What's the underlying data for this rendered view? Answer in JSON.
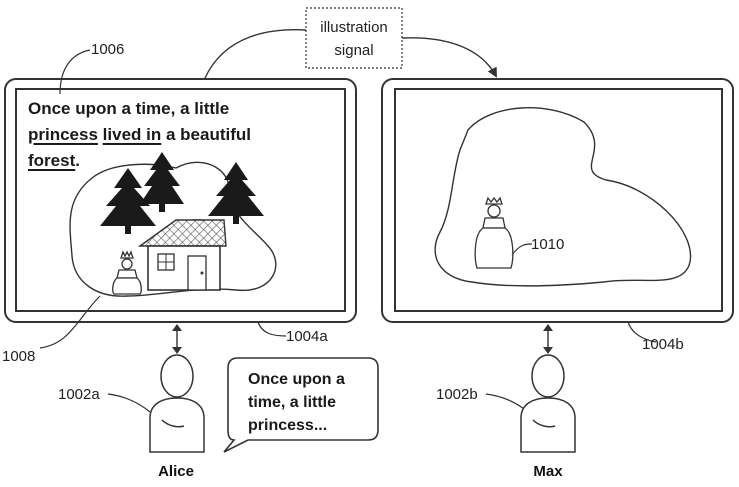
{
  "signal": {
    "line1": "illustration",
    "line2": "signal"
  },
  "story": {
    "t1": "Once upon a time, a little",
    "t2": "princess",
    "t3": " ",
    "t4": "lived in",
    "t5": " a beautiful",
    "t6": "forest",
    "t7": "."
  },
  "bubble": {
    "line1": "Once upon a",
    "line2": "time, a little",
    "line3": "princess..."
  },
  "refs": {
    "story_text": "1006",
    "scene_left": "1008",
    "scene_right": "1010",
    "device_left": "1004a",
    "device_right": "1004b",
    "user_left": "1002a",
    "user_right": "1002b"
  },
  "users": {
    "left": "Alice",
    "right": "Max"
  }
}
